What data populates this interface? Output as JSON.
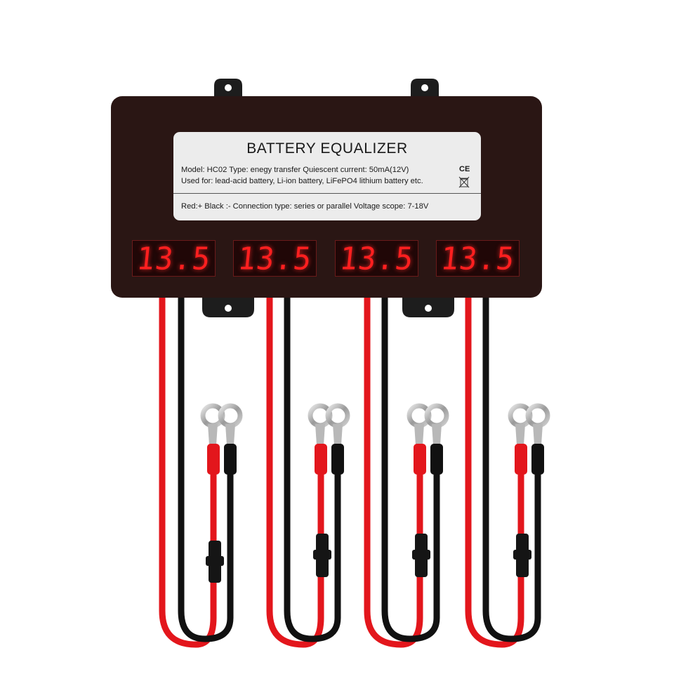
{
  "label": {
    "title": "BATTERY EQUALIZER",
    "line1": "Model: HC02   Type: enegy transfer   Quiescent current: 50mA(12V)",
    "line2": "Used for: lead-acid battery, Li-ion battery, LiFePO4 lithium battery etc.",
    "line3": "Red:+  Black :-    Connection type: series or parallel  Voltage scope: 7-18V",
    "ce_mark": "CE"
  },
  "displays": [
    {
      "value": "13.5"
    },
    {
      "value": "13.5"
    },
    {
      "value": "13.5"
    },
    {
      "value": "13.5"
    }
  ],
  "colors": {
    "body": "#2a1614",
    "label_bg": "#ececec",
    "led": "#ff1f1f",
    "red_wire": "#e3161c",
    "black_wire": "#111111"
  }
}
